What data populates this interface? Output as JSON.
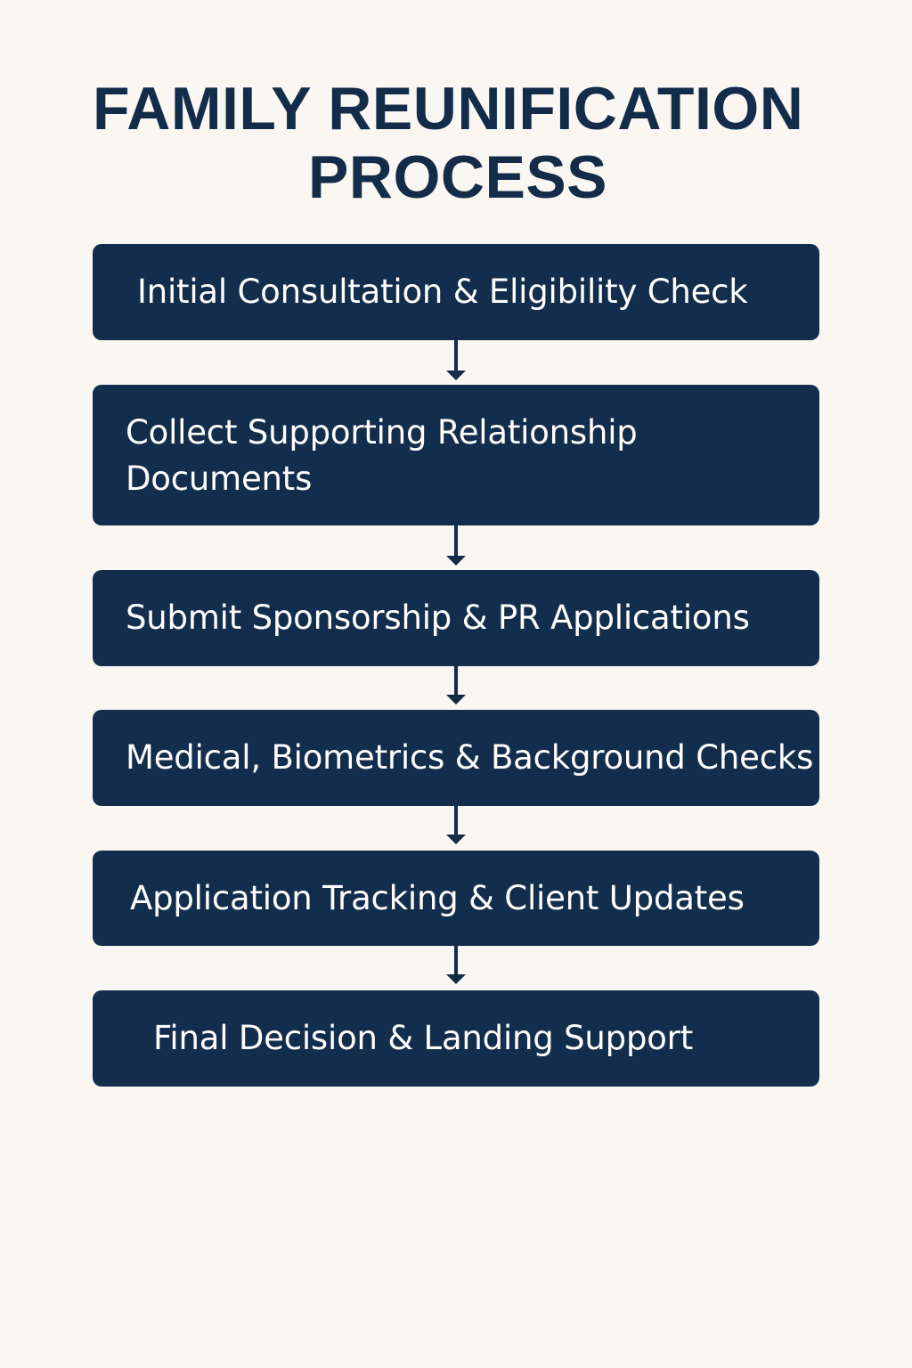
{
  "diagram": {
    "title_line_1": "FAMILY REUNIFICATION",
    "title_line_2": "PROCESS",
    "steps": [
      {
        "label": "Initial Consultation & Eligibility Check"
      },
      {
        "label": "Collect Supporting Relationship Documents"
      },
      {
        "label": "Submit Sponsorship & PR Applications"
      },
      {
        "label": "Medical, Biometrics & Background Checks"
      },
      {
        "label": "Application Tracking & Client Updates"
      },
      {
        "label": "Final Decision & Landing Support"
      }
    ],
    "colors": {
      "background": "#FAF7F3",
      "box": "#132D4D",
      "title": "#122C4A",
      "box_text": "#FFFFFF",
      "arrow": "#122C4A"
    }
  }
}
